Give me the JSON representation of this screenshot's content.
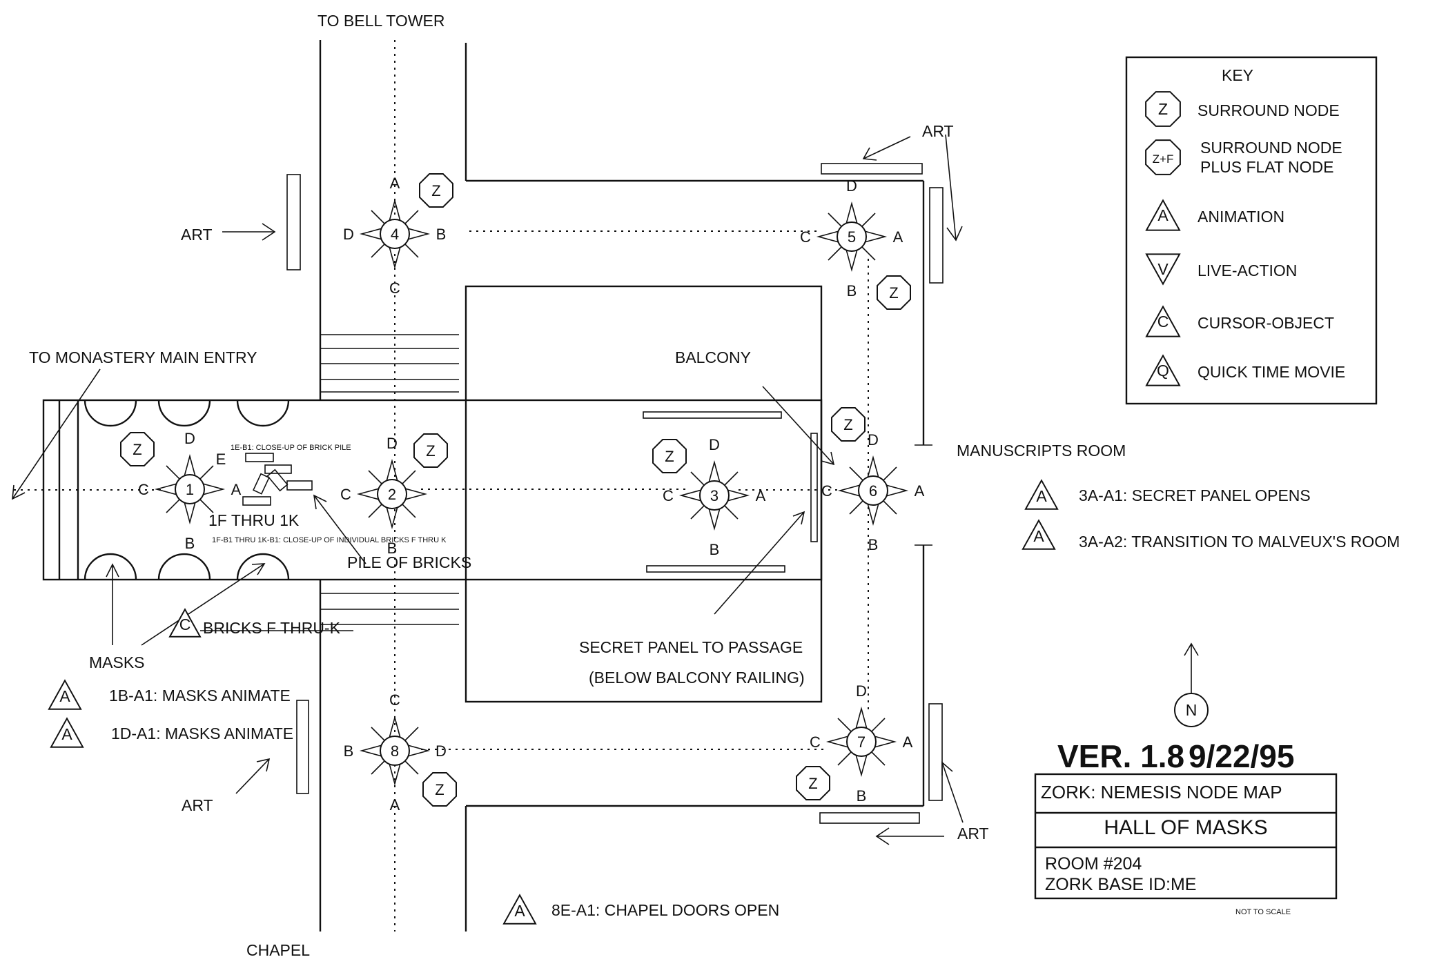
{
  "labels": {
    "to_bell_tower": "TO BELL TOWER",
    "to_monastery": "TO MONASTERY MAIN ENTRY",
    "chapel": "CHAPEL",
    "balcony": "BALCONY",
    "manuscripts_room": "MANUSCRIPTS ROOM",
    "pile_of_bricks": "PILE OF BRICKS",
    "masks": "MASKS",
    "bricks_f_thru_k": "BRICKS F THRU-K",
    "thru": "1F THRU 1K",
    "secret_panel_1": "SECRET PANEL TO PASSAGE",
    "secret_panel_2": "(BELOW BALCONY RAILING)",
    "closeup_brick_pile": "1E-B1: CLOSE-UP OF BRICK PILE",
    "closeup_individual": "1F-B1 THRU 1K-B1: CLOSE-UP OF INDIVIDUAL BRICKS F THRU K",
    "art": "ART",
    "not_to_scale": "NOT TO SCALE",
    "north": "N"
  },
  "nodes": [
    {
      "num": "1",
      "top": "D",
      "right": "A",
      "bottom": "B",
      "left": "C",
      "extra": "E"
    },
    {
      "num": "2",
      "top": "D",
      "right": "",
      "bottom": "B",
      "left": "C"
    },
    {
      "num": "3",
      "top": "D",
      "right": "A",
      "bottom": "B",
      "left": "C"
    },
    {
      "num": "4",
      "top": "A",
      "right": "B",
      "bottom": "C",
      "left": "D"
    },
    {
      "num": "5",
      "top": "D",
      "right": "A",
      "bottom": "B",
      "left": "C"
    },
    {
      "num": "6",
      "top": "D",
      "right": "A",
      "bottom": "B",
      "left": "C"
    },
    {
      "num": "7",
      "top": "D",
      "right": "A",
      "bottom": "B",
      "left": "C"
    },
    {
      "num": "8",
      "top": "C",
      "right": "D",
      "bottom": "A",
      "left": "B"
    }
  ],
  "surround_label": "Z",
  "animation_symbol": "A",
  "cursor_symbol": "C",
  "animations": [
    "1B-A1: MASKS ANIMATE",
    "1D-A1: MASKS ANIMATE",
    "3A-A1: SECRET PANEL OPENS",
    "3A-A2: TRANSITION TO MALVEUX'S ROOM",
    "8E-A1: CHAPEL DOORS OPEN"
  ],
  "key": {
    "title": "KEY",
    "items": [
      {
        "symbol": "Z",
        "shape": "octagon",
        "label": "SURROUND NODE"
      },
      {
        "symbol": "Z+F",
        "shape": "octagon",
        "label": "SURROUND NODE PLUS FLAT NODE",
        "label_line1": "SURROUND NODE",
        "label_line2": "PLUS FLAT NODE"
      },
      {
        "symbol": "A",
        "shape": "triangle",
        "label": "ANIMATION"
      },
      {
        "symbol": "V",
        "shape": "triangle-down",
        "label": "LIVE-ACTION"
      },
      {
        "symbol": "C",
        "shape": "triangle",
        "label": "CURSOR-OBJECT"
      },
      {
        "symbol": "Q",
        "shape": "triangle",
        "label": "QUICK TIME  MOVIE"
      }
    ]
  },
  "title_block": {
    "version": "VER. 1.8",
    "date": "9/22/95",
    "map_name": "ZORK: NEMESIS NODE MAP",
    "room_name": "HALL OF MASKS",
    "room_number": "ROOM #204",
    "base_id": "ZORK BASE ID:ME"
  }
}
